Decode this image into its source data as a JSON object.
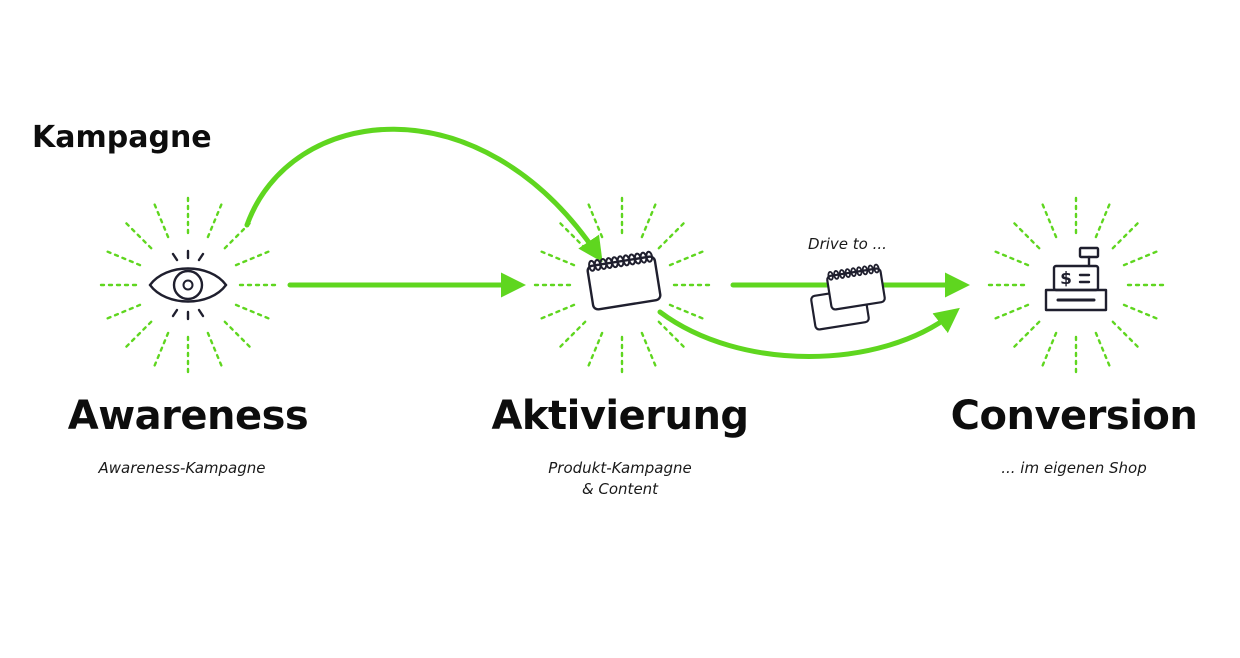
{
  "campaign_title": "Kampagne",
  "stages": [
    {
      "title": "Awareness",
      "subtitle_lines": [
        "Awareness-Kampagne"
      ],
      "icon": "eye-icon"
    },
    {
      "title": "Aktivierung",
      "subtitle_lines": [
        "Produkt-Kampagne",
        "& Content"
      ],
      "icon": "calendar-icon"
    },
    {
      "title": "Conversion",
      "subtitle_lines": [
        "... im eigenen Shop"
      ],
      "icon": "cash-register-icon"
    }
  ],
  "drive_label": "Drive to ...",
  "register_symbol": "$",
  "colors": {
    "accent": "#5fd61f",
    "text": "#0d0d0d",
    "icon_stroke": "#1f1f2e"
  }
}
